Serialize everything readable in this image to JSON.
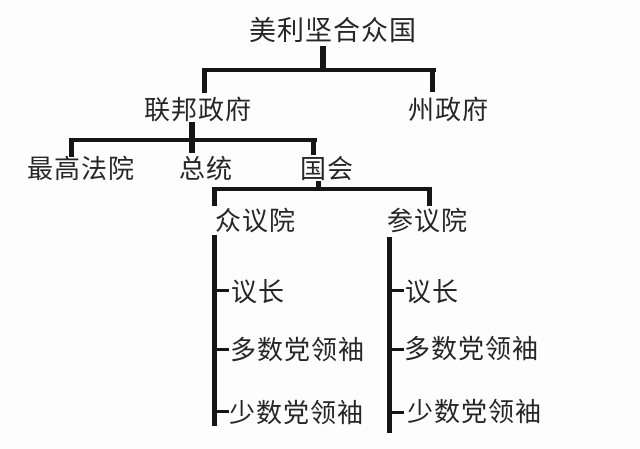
{
  "diagram": {
    "background_color": "#fdfdfd",
    "line_color": "#161616",
    "text_color": "#262626",
    "nodes": {
      "usa": "美利坚合众国",
      "federal": "联邦政府",
      "state": "州政府",
      "supreme_court": "最高法院",
      "president": "总统",
      "congress": "国会",
      "house": "众议院",
      "senate": "参议院",
      "house_children": [
        "议长",
        "多数党领袖",
        "少数党领袖"
      ],
      "senate_children": [
        "议长",
        "多数党领袖",
        "少数党领袖"
      ]
    },
    "hierarchy": {
      "美利坚合众国": {
        "联邦政府": {
          "最高法院": {},
          "总统": {},
          "国会": {
            "众议院": [
              "议长",
              "多数党领袖",
              "少数党领袖"
            ],
            "参议院": [
              "议长",
              "多数党领袖",
              "少数党领袖"
            ]
          }
        },
        "州政府": {}
      }
    }
  }
}
